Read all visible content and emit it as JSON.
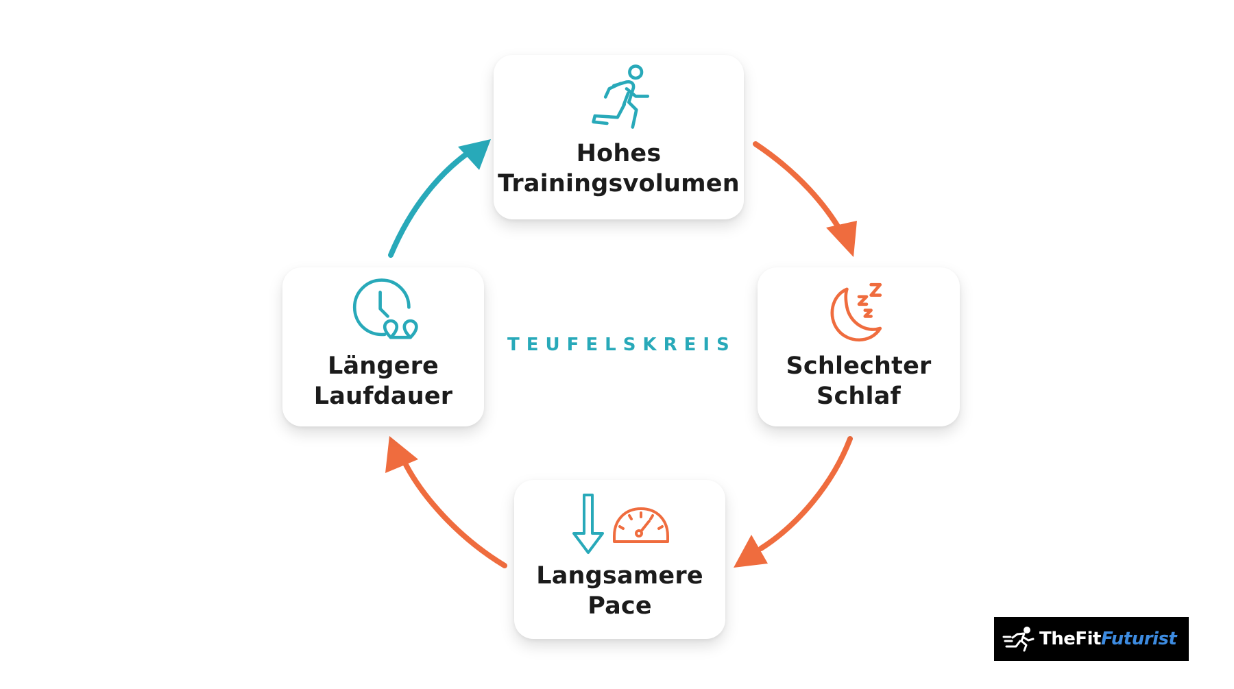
{
  "center_title": "TEUFELSKREIS",
  "nodes": {
    "top": {
      "line1": "Hohes",
      "line2": "Trainingsvolumen",
      "icon": "runner-icon"
    },
    "right": {
      "line1": "Schlechter",
      "line2": "Schlaf",
      "icon": "moon-sleep-icon"
    },
    "bottom": {
      "line1": "Langsamere",
      "line2": "Pace",
      "icon": "arrow-down-speedometer-icon"
    },
    "left": {
      "line1": "Längere",
      "line2": "Laufdauer",
      "icon": "clock-route-icon"
    }
  },
  "logo": {
    "part1": "TheFit",
    "part2": "Futurist"
  },
  "colors": {
    "teal": "#28a9b9",
    "orange": "#ef6c3e",
    "text": "#1b1b1b",
    "logo_bg": "#000000",
    "logo_accent": "#3d8be0"
  }
}
